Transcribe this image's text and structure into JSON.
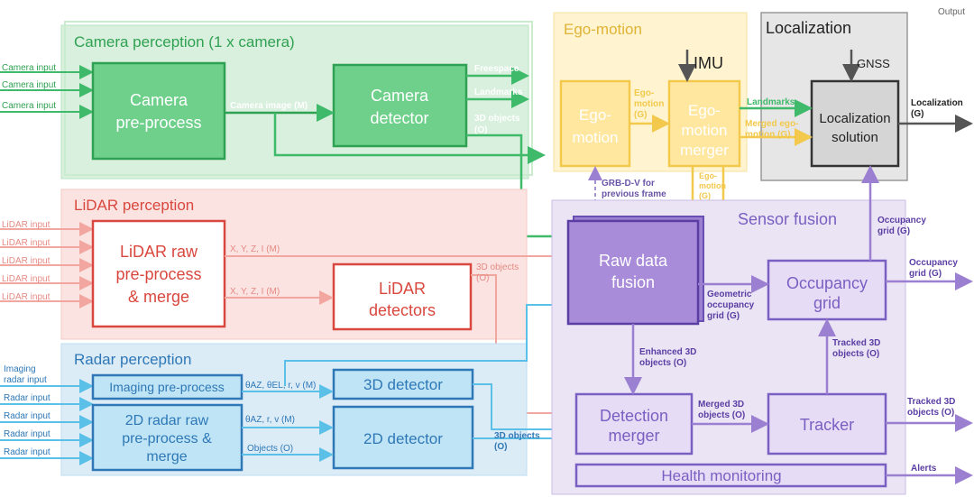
{
  "header": {
    "output": "Output"
  },
  "camera": {
    "title": "Camera perception (1 x camera)",
    "inputs": [
      "Camera input",
      "Camera input",
      "Camera input"
    ],
    "preprocess": [
      "Camera",
      "pre-process"
    ],
    "detector": [
      "Camera",
      "detector"
    ],
    "image_label": "Camera image (M)",
    "freespace": "Freespace",
    "landmarks": "Landmarks",
    "objects": [
      "3D objects",
      "(O)"
    ]
  },
  "lidar": {
    "title": "LiDAR perception",
    "inputs": [
      "LiDAR input",
      "LiDAR input",
      "LiDAR input",
      "LiDAR input",
      "LiDAR input"
    ],
    "preprocess": [
      "LiDAR raw",
      "pre-process",
      "& merge"
    ],
    "detectors": [
      "LiDAR",
      "detectors"
    ],
    "xyzi": "X, Y, Z, I (M)",
    "xyzi2": "X, Y, Z, I (M)",
    "objects": [
      "3D objects",
      "(O)"
    ]
  },
  "radar": {
    "title": "Radar perception",
    "inputs": [
      "Imaging",
      "radar input",
      "Radar input",
      "Radar input",
      "Radar input",
      "Radar input"
    ],
    "imaging": "Imaging pre-process",
    "raw": [
      "2D radar raw",
      "pre-process &",
      "merge"
    ],
    "det3d": "3D detector",
    "det2d": "2D detector",
    "theta1": "θAZ, θEL, r, v (M)",
    "theta2": "θAZ, r, v (M)",
    "objects_label": "Objects (O)",
    "objects3d": [
      "3D objects",
      "(O)"
    ]
  },
  "ego": {
    "title": "Ego-motion",
    "motion": [
      "Ego-",
      "motion"
    ],
    "merger": [
      "Ego-",
      "motion",
      "merger"
    ],
    "imu": "IMU",
    "label1": [
      "Ego-",
      "motion",
      "(G)"
    ],
    "grb": [
      "GRB-D-V for",
      "previous frame"
    ],
    "ego_out": [
      "Ego-",
      "motion",
      "(G)"
    ]
  },
  "localization": {
    "title": "Localization",
    "gnss": "GNSS",
    "solution": [
      "Localization",
      "solution"
    ],
    "landmarks": "Landmarks",
    "merged": [
      "Merged ego-",
      "motion (G)"
    ],
    "output": [
      "Localization",
      "(G)"
    ]
  },
  "fusion": {
    "title": "Sensor fusion",
    "raw": [
      "Raw data",
      "fusion"
    ],
    "occupancy": [
      "Occupancy",
      "grid"
    ],
    "detection": [
      "Detection",
      "merger"
    ],
    "tracker": "Tracker",
    "health": "Health monitoring",
    "geometric": [
      "Geometric",
      "occupancy",
      "grid (G)"
    ],
    "enhanced": [
      "Enhanced 3D",
      "objects (O)"
    ],
    "merged3d": [
      "Merged 3D",
      "objects (O)"
    ],
    "tracked_in": [
      "Tracked 3D",
      "objects (O)"
    ],
    "occ_up": [
      "Occupancy",
      "grid (G)"
    ],
    "occ_out": [
      "Occupancy",
      "grid (G)"
    ],
    "tracked_out": [
      "Tracked 3D",
      "objects (O)"
    ],
    "alerts": "Alerts"
  }
}
